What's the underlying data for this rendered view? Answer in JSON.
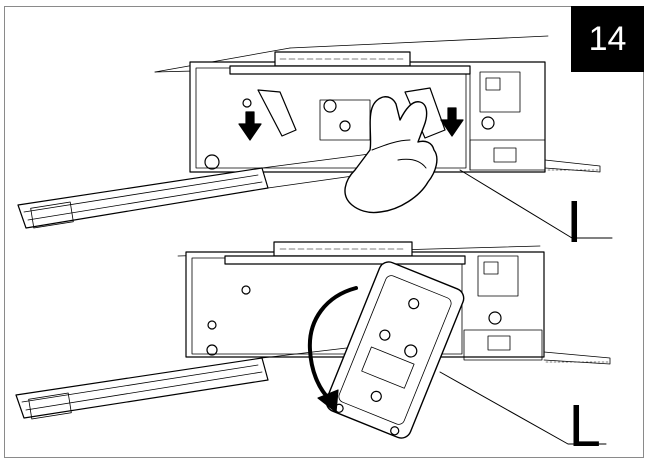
{
  "step": {
    "number": "14"
  },
  "callouts": {
    "top": "I",
    "bottom": "L"
  },
  "colors": {
    "line": "#000000",
    "fill": "#ffffff",
    "badge_bg": "#000000",
    "badge_text": "#ffffff"
  },
  "icons": [
    "down-arrow-icon",
    "hand-icon",
    "rotate-arrow-icon"
  ]
}
